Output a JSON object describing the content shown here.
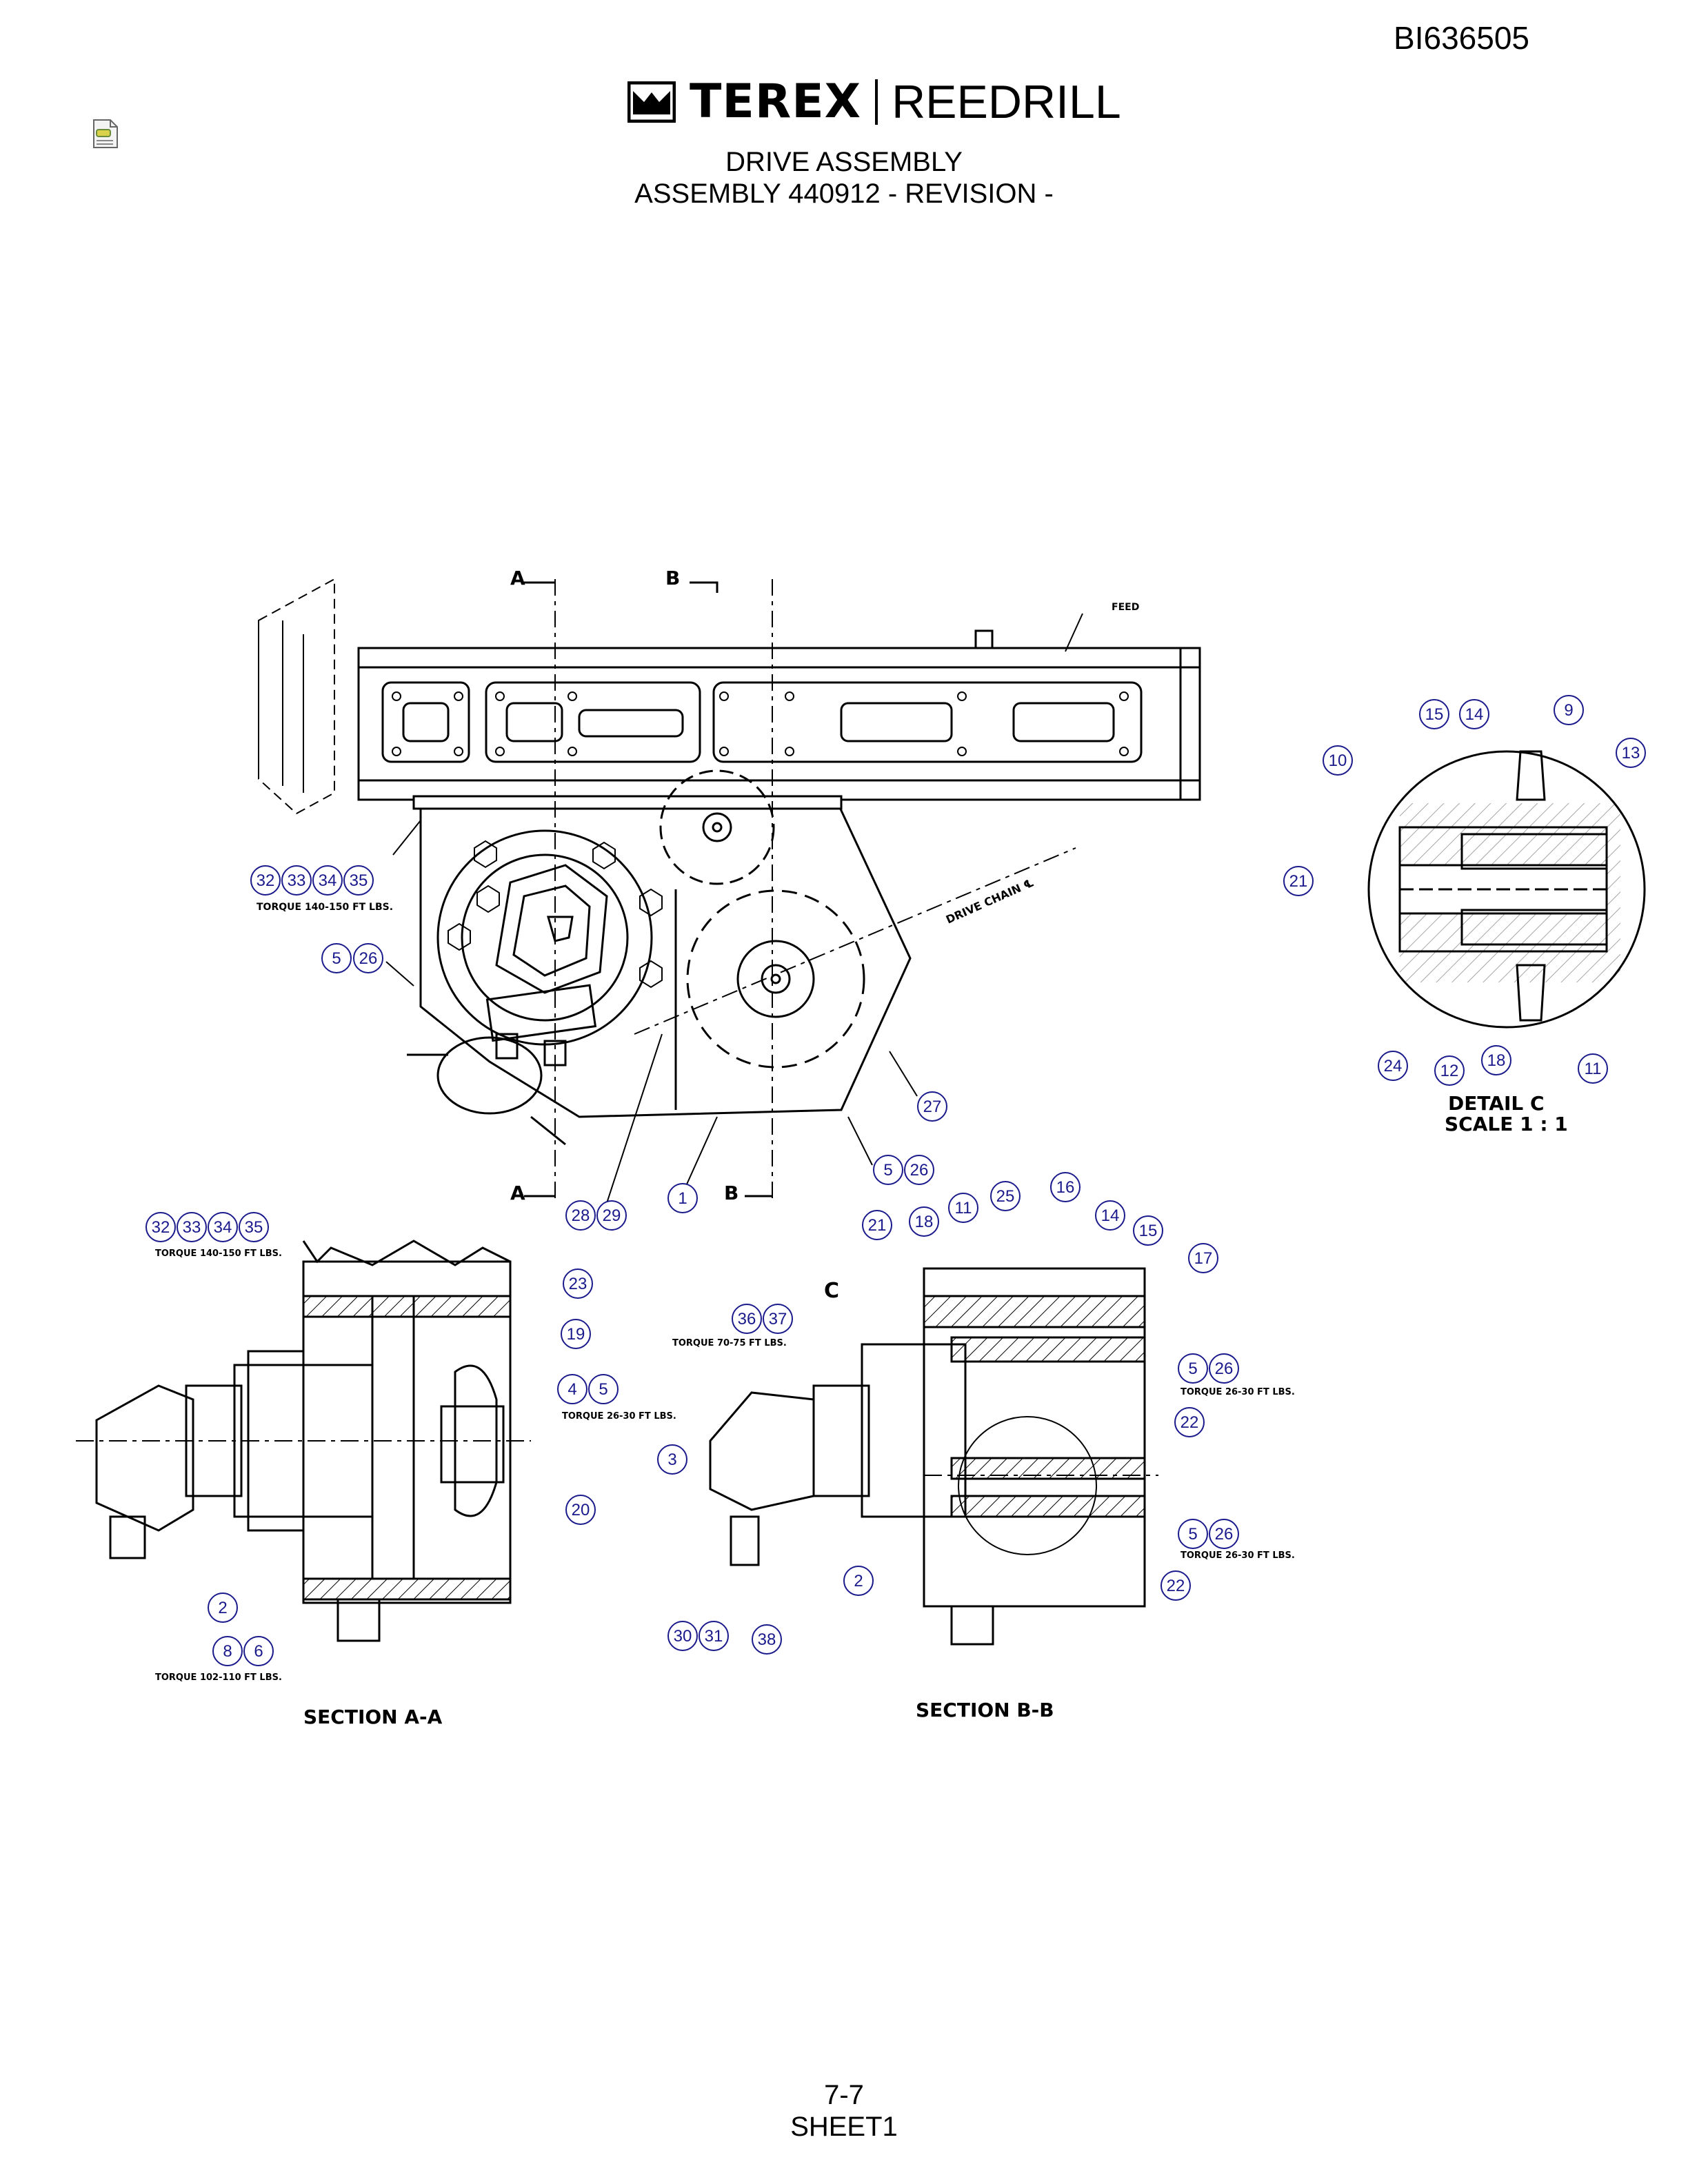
{
  "doc_id": "BI636505",
  "logo": {
    "brand_primary": "TEREX",
    "brand_secondary": "REEDRILL"
  },
  "title": {
    "line1": "DRIVE ASSEMBLY",
    "line2": "ASSEMBLY 440912 - REVISION -"
  },
  "main_view": {
    "section_marks": [
      "A",
      "B"
    ],
    "feed_label": "FEED",
    "drive_chain_label": "DRIVE CHAIN ℄",
    "torque_top": "TORQUE 140-150 FT LBS.",
    "balloons": {
      "g1": [
        "32",
        "33",
        "34",
        "35"
      ],
      "g2": [
        "5",
        "26"
      ],
      "g3": [
        "27"
      ],
      "g4": [
        "5",
        "26"
      ],
      "g5": [
        "28",
        "29"
      ],
      "g6": [
        "1"
      ]
    }
  },
  "detail_c": {
    "title": "DETAIL C",
    "scale": "SCALE 1 : 1",
    "balloons": [
      "15",
      "14",
      "9",
      "13",
      "10",
      "21",
      "24",
      "12",
      "18",
      "11"
    ]
  },
  "section_aa": {
    "title": "SECTION A-A",
    "torque_1": "TORQUE 140-150 FT LBS.",
    "torque_2": "TORQUE 26-30 FT LBS.",
    "torque_3": "TORQUE 102-110 FT LBS.",
    "balloons_top": [
      "32",
      "33",
      "34",
      "35"
    ],
    "balloons_side": [
      "23",
      "19",
      "4",
      "5",
      "20"
    ],
    "balloons_bottom": [
      "2",
      "8",
      "6"
    ]
  },
  "section_bb": {
    "title": "SECTION B-B",
    "detail_mark": "C",
    "torque_1": "TORQUE 70-75 FT LBS.",
    "torque_2": "TORQUE 26-30 FT LBS.",
    "torque_3": "TORQUE 26-30 FT LBS.",
    "balloons_top": [
      "21",
      "18",
      "11",
      "25",
      "16",
      "14",
      "15",
      "17"
    ],
    "balloons_left": [
      "36",
      "37",
      "3"
    ],
    "balloons_right": [
      "5",
      "26",
      "22",
      "5",
      "26",
      "22"
    ],
    "balloons_bottom": [
      "2",
      "30",
      "31",
      "38"
    ]
  },
  "footer": {
    "page": "7-7",
    "sheet": "SHEET1"
  },
  "colors": {
    "line": "#000000",
    "balloon_text": "#1a1a8c"
  }
}
